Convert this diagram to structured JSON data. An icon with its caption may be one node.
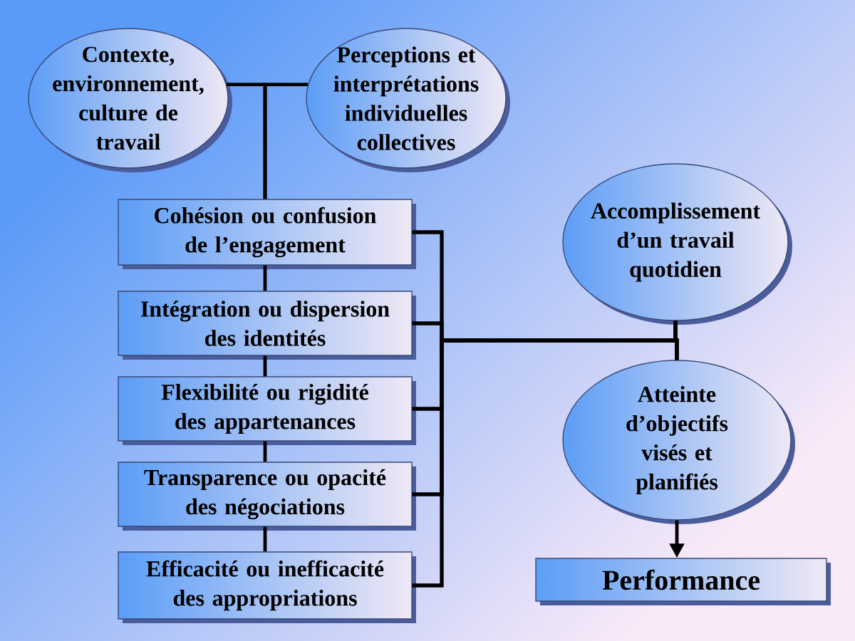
{
  "diagram": {
    "nodes": [
      {
        "text": [
          "Contexte, environnement, culture de travail"
        ]
      },
      {
        "text": [
          "Perceptions et interprétations individuelles collectives"
        ]
      },
      {
        "text": [
          "Cohésion ou confusion de l’engagement"
        ]
      },
      {
        "text": [
          "Intégration ou dispersion des identités"
        ]
      },
      {
        "text": [
          "Flexibilité ou rigidité des appartenances"
        ]
      },
      {
        "text": [
          "Transparence ou opacité des négociations"
        ]
      },
      {
        "text": [
          "Efficacité ou inefficacité des appropriations"
        ]
      },
      {
        "text": [
          "Accomplissement d’un travail quotidien"
        ]
      },
      {
        "text": [
          "Atteinte d’objectifs visés et planifiés"
        ]
      },
      {
        "text": [
          "Performance"
        ]
      }
    ],
    "edges": [
      {
        "from": 0,
        "to": 2,
        "arrow": "none"
      },
      {
        "from": 1,
        "to": 2,
        "arrow": "none"
      },
      {
        "from": 2,
        "to": 3,
        "arrow": "none"
      },
      {
        "from": 3,
        "to": 4,
        "arrow": "none"
      },
      {
        "from": 4,
        "to": 5,
        "arrow": "none"
      },
      {
        "from": 5,
        "to": 6,
        "arrow": "none"
      },
      {
        "from": 2,
        "to": 7,
        "arrow": "none"
      },
      {
        "from": 2,
        "to": 8,
        "arrow": "none"
      },
      {
        "from": 3,
        "to": 7,
        "arrow": "none"
      },
      {
        "from": 3,
        "to": 8,
        "arrow": "none"
      },
      {
        "from": 4,
        "to": 7,
        "arrow": "none"
      },
      {
        "from": 4,
        "to": 8,
        "arrow": "none"
      },
      {
        "from": 5,
        "to": 7,
        "arrow": "none"
      },
      {
        "from": 5,
        "to": 8,
        "arrow": "none"
      },
      {
        "from": 6,
        "to": 7,
        "arrow": "none"
      },
      {
        "from": 6,
        "to": 8,
        "arrow": "none"
      },
      {
        "from": 8,
        "to": 9,
        "arrow": "to"
      }
    ]
  }
}
